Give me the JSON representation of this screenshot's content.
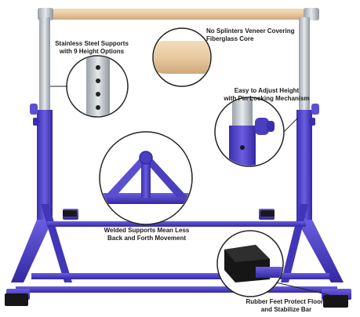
{
  "callouts": {
    "steel": {
      "line1": "Stainless Steel Supports",
      "line2": "with 9 Height Options"
    },
    "veneer": {
      "line1": "No Splinters Veneer Covering",
      "line2": "Fiberglass Core"
    },
    "height": {
      "line1": "Easy to Adjust Height",
      "line2": "with Pin Locking Mechanism"
    },
    "welded": {
      "line1": "Welded Supports Mean Less",
      "line2": "Back and Forth Movement"
    },
    "feet": {
      "line1": "Rubber Feet Protect Floors",
      "line2": "and Stabilize Bar"
    }
  },
  "colors": {
    "frame": "#4b3fbf",
    "steel": "#c8cdd2",
    "wood": "#e8c9a0",
    "rubber": "#1a1a1a"
  }
}
